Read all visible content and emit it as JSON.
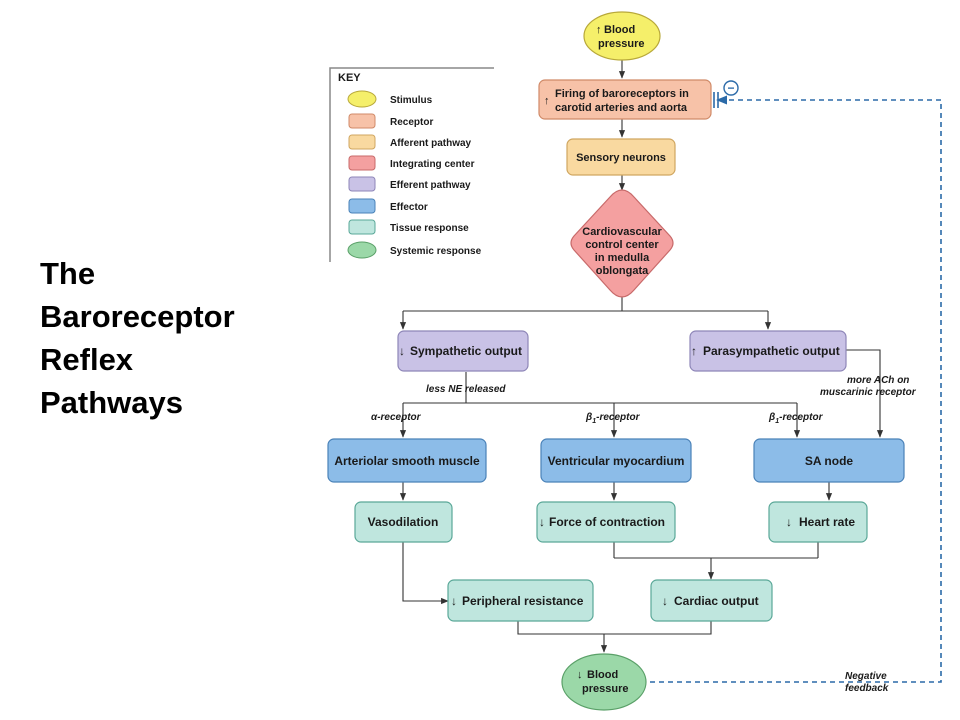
{
  "title": {
    "line1": "The",
    "line2": "Baroreceptor",
    "line3": "Reflex",
    "line4": "Pathways"
  },
  "key": {
    "heading": "KEY",
    "items": [
      {
        "label": "Stimulus",
        "color": "#f5ef6a"
      },
      {
        "label": "Receptor",
        "color": "#f7c2a8"
      },
      {
        "label": "Afferent pathway",
        "color": "#f9d9a0"
      },
      {
        "label": "Integrating center",
        "color": "#f4a0a0"
      },
      {
        "label": "Efferent pathway",
        "color": "#c9c2e6"
      },
      {
        "label": "Effector",
        "color": "#8cbce8"
      },
      {
        "label": "Tissue response",
        "color": "#bfe6de"
      },
      {
        "label": "Systemic response",
        "color": "#9bd8a8"
      }
    ]
  },
  "nodes": {
    "stimulus": {
      "arrow": "↑",
      "line1": "Blood",
      "line2": "pressure"
    },
    "receptor": {
      "arrow": "↑",
      "line1": "Firing of baroreceptors in",
      "line2": "carotid arteries and aorta"
    },
    "afferent": {
      "label": "Sensory neurons"
    },
    "center": {
      "line1": "Cardiovascular",
      "line2": "control center",
      "line3": "in medulla",
      "line4": "oblongata"
    },
    "sympathetic": {
      "arrow": "↓",
      "label": "Sympathetic output"
    },
    "parasympathetic": {
      "arrow": "↑",
      "label": "Parasympathetic output"
    },
    "arteriolar": {
      "label": "Arteriolar smooth muscle"
    },
    "ventricular": {
      "label": "Ventricular myocardium"
    },
    "sa_node": {
      "label": "SA node"
    },
    "vasodilation": {
      "label": "Vasodilation"
    },
    "force": {
      "arrow": "↓",
      "label": "Force of contraction"
    },
    "heart_rate": {
      "arrow": "↓",
      "label": "Heart rate"
    },
    "peripheral": {
      "arrow": "↓",
      "label": "Peripheral resistance"
    },
    "cardiac": {
      "arrow": "↓",
      "label": "Cardiac output"
    },
    "response": {
      "arrow": "↓",
      "line1": "Blood",
      "line2": "pressure"
    }
  },
  "labels": {
    "less_ne": "less NE released",
    "alpha": "α-receptor",
    "beta_prefix": "β",
    "beta_sub": "1",
    "beta_suffix": "-receptor",
    "more_ach_1": "more ACh on",
    "more_ach_2": "muscarinic receptor",
    "negative_1": "Negative",
    "negative_2": "feedback",
    "minus": "−"
  }
}
